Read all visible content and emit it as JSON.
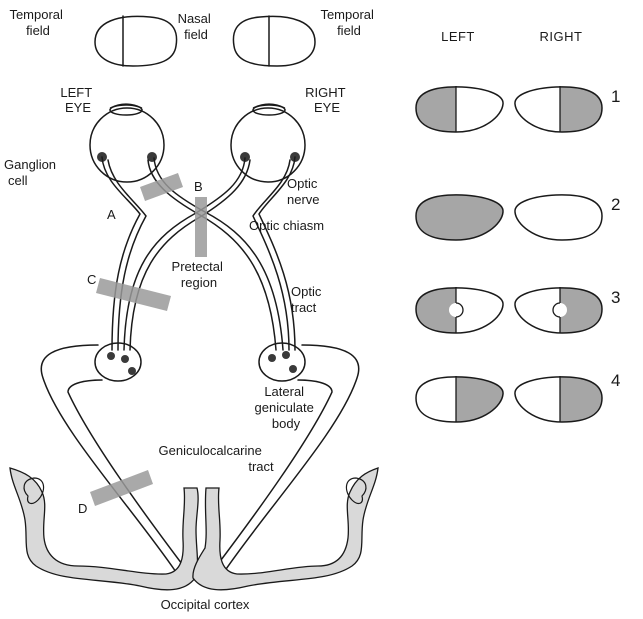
{
  "colors": {
    "line": "#1a1a1a",
    "defect_fill": "#a6a6a6",
    "cortex_fill": "#d9d9d9",
    "lesion_bar": "#9a9a9a",
    "ganglion": "#3a3a3a"
  },
  "labels": {
    "temporal_field_left": [
      "Temporal",
      "field"
    ],
    "nasal_field": [
      "Nasal",
      "field"
    ],
    "temporal_field_right": [
      "Temporal",
      "field"
    ],
    "left_eye": [
      "LEFT",
      "EYE"
    ],
    "right_eye": [
      "RIGHT",
      "EYE"
    ],
    "ganglion_cell": [
      "Ganglion",
      "cell"
    ],
    "optic_nerve": [
      "Optic",
      "nerve"
    ],
    "optic_chiasm": "Optic chiasm",
    "pretectal_region": [
      "Pretectal",
      "region"
    ],
    "optic_tract": [
      "Optic",
      "tract"
    ],
    "lateral_geniculate_body": [
      "Lateral",
      "geniculate",
      "body"
    ],
    "geniculocalcarine_tract": [
      "Geniculocalcarine",
      "tract"
    ],
    "occipital_cortex": "Occipital cortex"
  },
  "lesion_sites": [
    "A",
    "B",
    "C",
    "D"
  ],
  "defects": {
    "column_headers": [
      "LEFT",
      "RIGHT"
    ],
    "rows": [
      {
        "number": "1",
        "left": "temporal-half",
        "right": "temporal-half"
      },
      {
        "number": "2",
        "left": "full",
        "right": "none"
      },
      {
        "number": "3",
        "left": "temporal-half-macular-sparing",
        "right": "temporal-half-macular-sparing"
      },
      {
        "number": "4",
        "left": "nasal-half",
        "right": "temporal-half"
      }
    ]
  }
}
